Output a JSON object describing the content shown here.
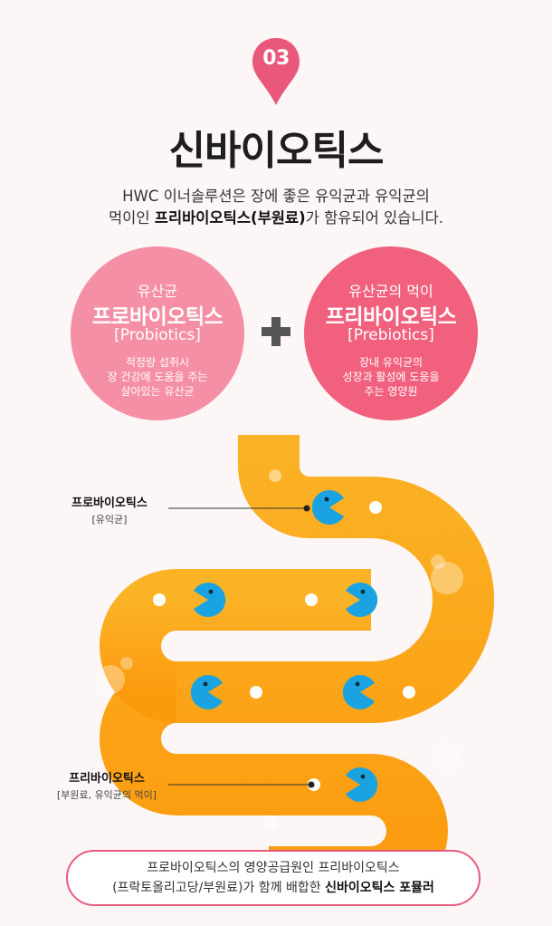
{
  "badge": {
    "number": "03",
    "color": "#e9587a"
  },
  "title": "신바이오틱스",
  "intro": {
    "line1": "HWC 이너솔루션은 장에 좋은 유익균과 유익균의",
    "line2_a": "먹이인 ",
    "line2_bold": "프리바이오틱스(부원료)",
    "line2_b": "가 함유되어 있습니다."
  },
  "probiotics": {
    "small": "유산균",
    "big": "프로바이오틱스",
    "eng": "[Probiotics]",
    "desc": [
      "적정량 섭취시",
      "장 건강에 도움을 주는",
      "살아있는 유산균"
    ]
  },
  "prebiotics": {
    "small": "유산균의 먹이",
    "big": "프리바이오틱스",
    "eng": "[Prebiotics]",
    "desc": [
      "장내 유익균의",
      "성장과 활성에 도움을",
      "주는 영양원"
    ]
  },
  "labels": {
    "pro_main": "프로바이오틱스",
    "pro_sub": "[유익균]",
    "pre_main": "프리바이오틱스",
    "pre_sub": "[부원료, 유익균의 먹이]"
  },
  "formula": {
    "line1": "프로바이오틱스의 영양공급원인 프리바이오틱스",
    "line2_a": "(프락토올리고당/부원료)가 함께 배합한 ",
    "line2_bold": "신바이오틱스 포뮬러"
  },
  "colors": {
    "pink_light": "#f58fa6",
    "pink_dark": "#f1607d",
    "gut_orange": "#fba51a",
    "pacman_blue": "#1aa3e0",
    "plus_gray": "#555555"
  }
}
